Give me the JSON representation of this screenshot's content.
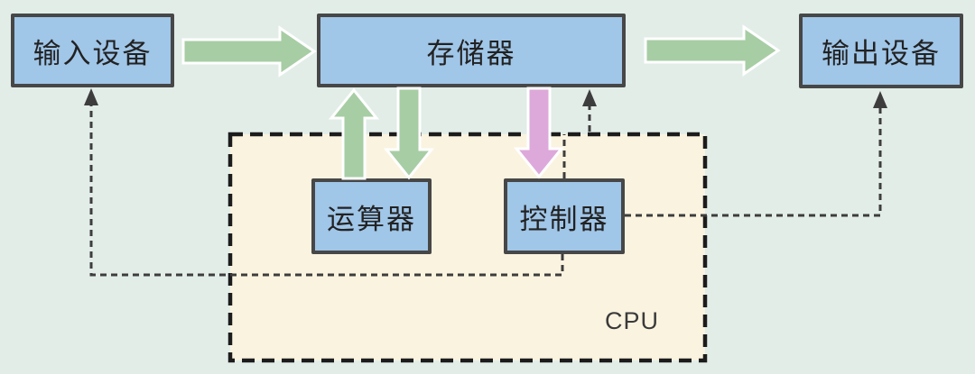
{
  "diagram": {
    "type": "von-neumann-architecture",
    "boxes": {
      "input": {
        "label": "输入设备"
      },
      "memory": {
        "label": "存储器"
      },
      "output": {
        "label": "输出设备"
      },
      "alu": {
        "label": "运算器"
      },
      "control": {
        "label": "控制器"
      },
      "cpu": {
        "label": "CPU"
      }
    },
    "edges": [
      {
        "from": "输入设备",
        "to": "存储器",
        "style": "solid-arrow",
        "color_key": "arrow_green"
      },
      {
        "from": "存储器",
        "to": "输出设备",
        "style": "solid-arrow",
        "color_key": "arrow_green"
      },
      {
        "from": "运算器",
        "to": "存储器",
        "style": "solid-arrow",
        "color_key": "arrow_green"
      },
      {
        "from": "存储器",
        "to": "运算器",
        "style": "solid-arrow",
        "color_key": "arrow_green"
      },
      {
        "from": "存储器",
        "to": "控制器",
        "style": "solid-arrow",
        "color_key": "arrow_pink"
      },
      {
        "from": "控制器",
        "to": "存储器",
        "style": "dashed-arrow",
        "color_key": "dashed_line"
      },
      {
        "from": "控制器",
        "to": "输入设备",
        "style": "dashed-arrow",
        "color_key": "dashed_line"
      },
      {
        "from": "控制器",
        "to": "输出设备",
        "style": "dashed-arrow",
        "color_key": "dashed_line"
      }
    ]
  },
  "colors": {
    "bg": "#e2ede8",
    "box_fill": "#a0c6e8",
    "box_border": "#474747",
    "cpu_fill": "#faf3e0",
    "cpu_border": "#1c1c1c",
    "arrow_green": "#a7cda4",
    "arrow_pink": "#dda9da",
    "arrow_outline": "#ffffff",
    "dashed_line": "#3d3d3d",
    "text": "#222222",
    "cpu_text": "#3a3a3a"
  }
}
